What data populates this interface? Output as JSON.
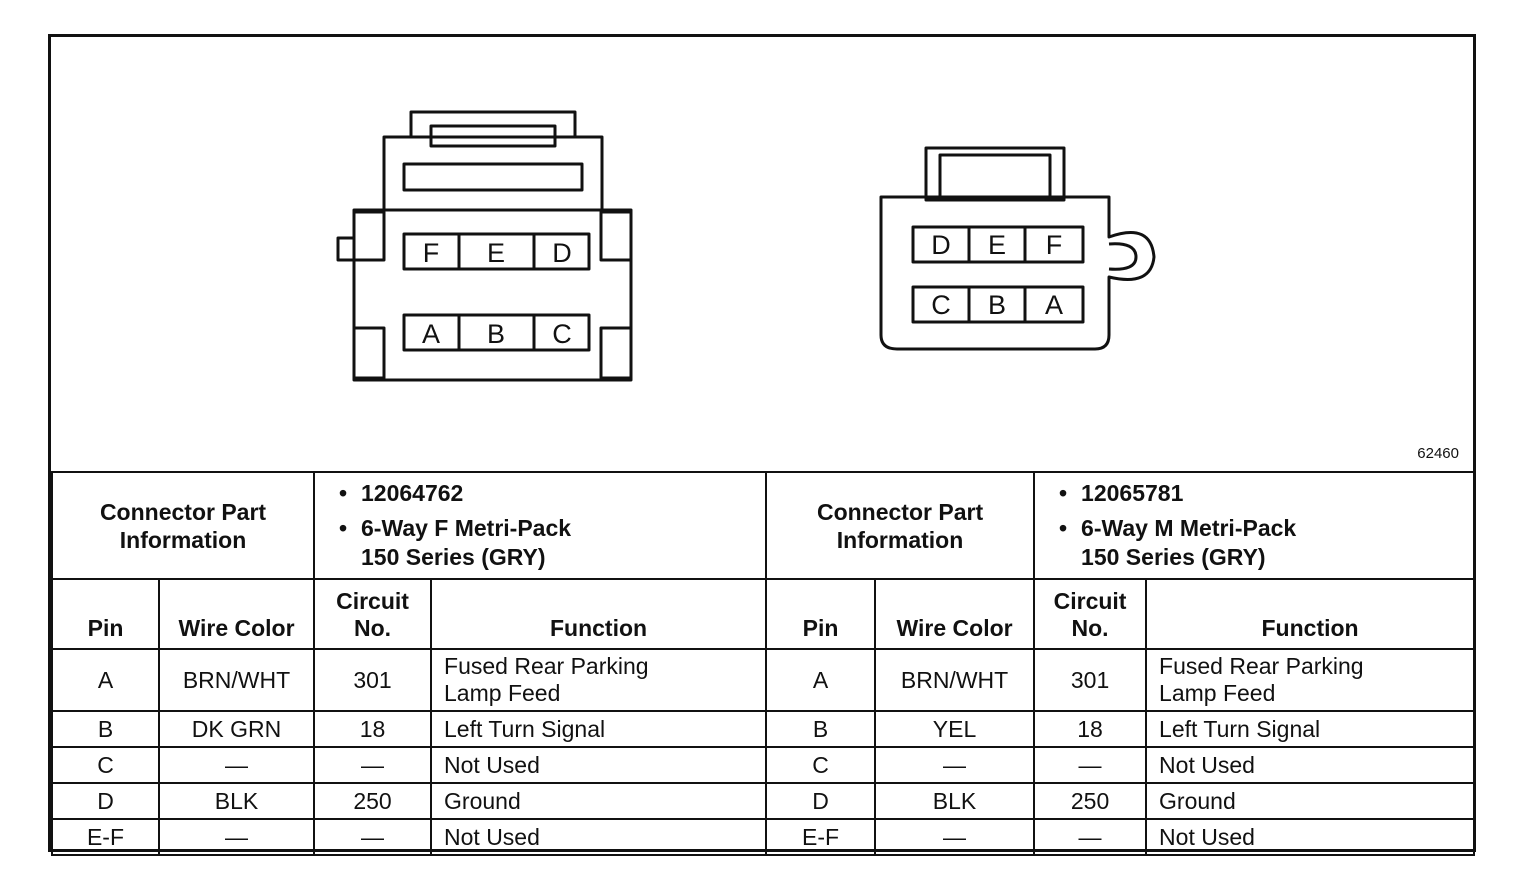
{
  "figure_number": "62460",
  "connectors": [
    {
      "pins_drawn_top": [
        "F",
        "E",
        "D"
      ],
      "pins_drawn_bottom": [
        "A",
        "B",
        "C"
      ],
      "info_label": "Connector Part Information",
      "part_number": "12064762",
      "description_line1": "6-Way F Metri-Pack",
      "description_line2": "150 Series (GRY)"
    },
    {
      "pins_drawn_top": [
        "D",
        "E",
        "F"
      ],
      "pins_drawn_bottom": [
        "C",
        "B",
        "A"
      ],
      "info_label": "Connector Part Information",
      "part_number": "12065781",
      "description_line1": "6-Way M Metri-Pack",
      "description_line2": "150 Series (GRY)"
    }
  ],
  "headers": {
    "pin": "Pin",
    "wire_color": "Wire Color",
    "circuit_line1": "Circuit",
    "circuit_line2": "No.",
    "function": "Function"
  },
  "left_rows": [
    {
      "pin": "A",
      "wire": "BRN/WHT",
      "circuit": "301",
      "function_line1": "Fused Rear Parking",
      "function_line2": "Lamp Feed"
    },
    {
      "pin": "B",
      "wire": "DK GRN",
      "circuit": "18",
      "function_line1": "Left Turn Signal",
      "function_line2": ""
    },
    {
      "pin": "C",
      "wire": "—",
      "circuit": "—",
      "function_line1": "Not Used",
      "function_line2": ""
    },
    {
      "pin": "D",
      "wire": "BLK",
      "circuit": "250",
      "function_line1": "Ground",
      "function_line2": ""
    },
    {
      "pin": "E-F",
      "wire": "—",
      "circuit": "—",
      "function_line1": "Not Used",
      "function_line2": ""
    }
  ],
  "right_rows": [
    {
      "pin": "A",
      "wire": "BRN/WHT",
      "circuit": "301",
      "function_line1": "Fused Rear Parking",
      "function_line2": "Lamp Feed"
    },
    {
      "pin": "B",
      "wire": "YEL",
      "circuit": "18",
      "function_line1": "Left Turn Signal",
      "function_line2": ""
    },
    {
      "pin": "C",
      "wire": "—",
      "circuit": "—",
      "function_line1": "Not Used",
      "function_line2": ""
    },
    {
      "pin": "D",
      "wire": "BLK",
      "circuit": "250",
      "function_line1": "Ground",
      "function_line2": ""
    },
    {
      "pin": "E-F",
      "wire": "—",
      "circuit": "—",
      "function_line1": "Not Used",
      "function_line2": ""
    }
  ]
}
